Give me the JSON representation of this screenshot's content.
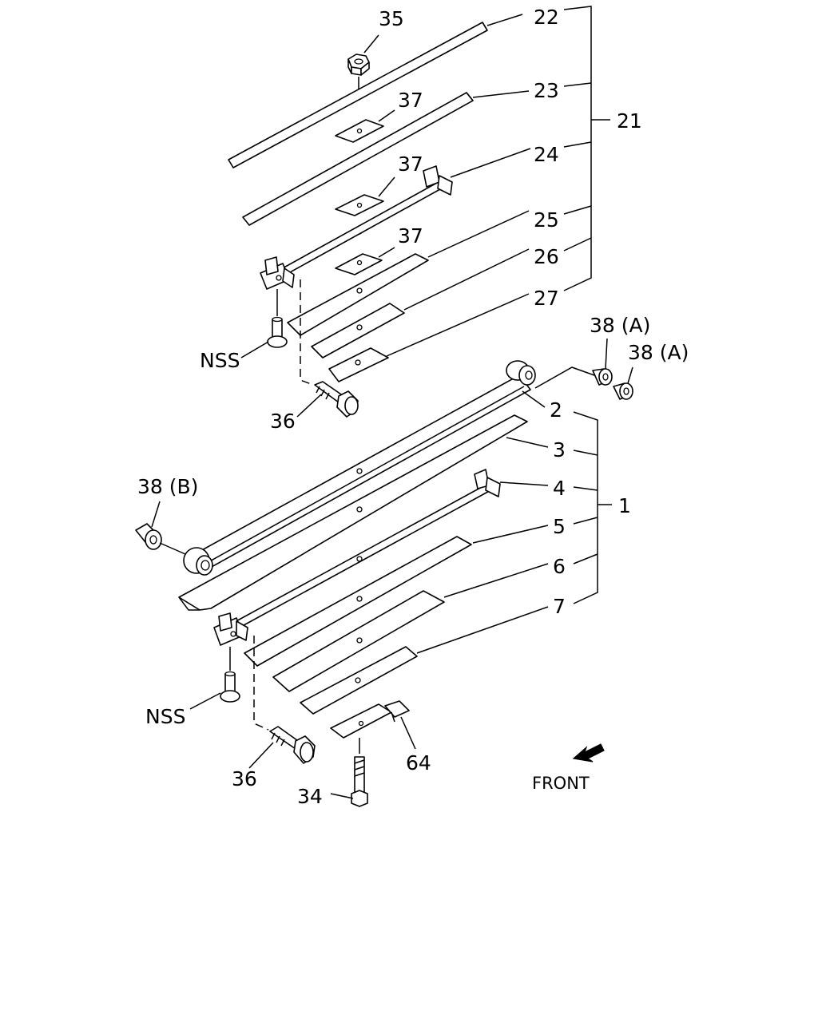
{
  "labels": {
    "p35": "35",
    "p22": "22",
    "p23": "23",
    "p24": "24",
    "p25": "25",
    "p26": "26",
    "p27": "27",
    "p21": "21",
    "p37a": "37",
    "p37b": "37",
    "p37c": "37",
    "nss_upper": "NSS",
    "p36_upper": "36",
    "p38a_1": "38 (A)",
    "p38a_2": "38 (A)",
    "p38b": "38 (B)",
    "p2": "2",
    "p3": "3",
    "p4": "4",
    "p5": "5",
    "p6": "6",
    "p7": "7",
    "p1": "1",
    "nss_lower": "NSS",
    "p36_lower": "36",
    "p64": "64",
    "p34": "34",
    "front": "FRONT"
  },
  "colors": {
    "line": "#000000",
    "background": "#ffffff"
  },
  "icons": {
    "front_arrow": "direction-arrow-icon"
  }
}
